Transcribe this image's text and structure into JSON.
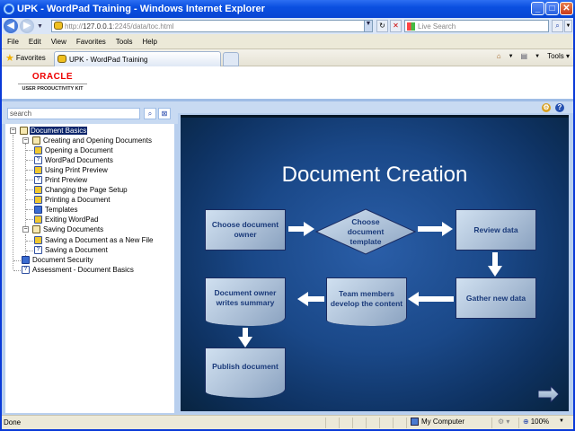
{
  "window": {
    "title": "UPK - WordPad Training - Windows Internet Explorer",
    "controls": [
      "minimize",
      "maximize",
      "close"
    ]
  },
  "address_bar": {
    "url_prefix": "http://",
    "url_host": "127.0.0.1",
    "url_rest": ":2245/data/toc.html",
    "search_placeholder": "Live Search"
  },
  "menu": {
    "items": [
      "File",
      "Edit",
      "View",
      "Favorites",
      "Tools",
      "Help"
    ]
  },
  "favorites_bar": {
    "favorites_label": "Favorites",
    "tab_label": "UPK - WordPad Training",
    "tools_label": "Tools"
  },
  "header": {
    "brand": "ORACLE",
    "product": "USER PRODUCTIVITY KIT"
  },
  "left_pane": {
    "search_placeholder": "search",
    "tree": [
      {
        "label": "Document Basics",
        "type": "book",
        "level": 0,
        "selected": true,
        "expanded": true
      },
      {
        "label": "Creating and Opening Documents",
        "type": "book",
        "level": 1,
        "expanded": true
      },
      {
        "label": "Opening a Document",
        "type": "topic",
        "level": 2
      },
      {
        "label": "WordPad Documents",
        "type": "question",
        "level": 2
      },
      {
        "label": "Using Print Preview",
        "type": "topic",
        "level": 2
      },
      {
        "label": "Print Preview",
        "type": "question",
        "level": 2
      },
      {
        "label": "Changing the Page Setup",
        "type": "topic",
        "level": 2
      },
      {
        "label": "Printing a Document",
        "type": "topic",
        "level": 2
      },
      {
        "label": "Templates",
        "type": "document",
        "level": 2
      },
      {
        "label": "Exiting WordPad",
        "type": "topic",
        "level": 2
      },
      {
        "label": "Saving Documents",
        "type": "book",
        "level": 1,
        "expanded": true
      },
      {
        "label": "Saving a Document as a New File",
        "type": "topic",
        "level": 2
      },
      {
        "label": "Saving a Document",
        "type": "question",
        "level": 2
      },
      {
        "label": "Document Security",
        "type": "document",
        "level": 1
      },
      {
        "label": "Assessment - Document Basics",
        "type": "assessment",
        "level": 1
      }
    ]
  },
  "slide": {
    "title": "Document Creation",
    "steps": [
      "Choose document owner",
      "Choose document template",
      "Review data",
      "Gather new data",
      "Team members develop the content",
      "Document owner writes summary",
      "Publish document"
    ]
  },
  "status_bar": {
    "status": "Done",
    "zone": "My Computer",
    "zoom": "100%"
  }
}
